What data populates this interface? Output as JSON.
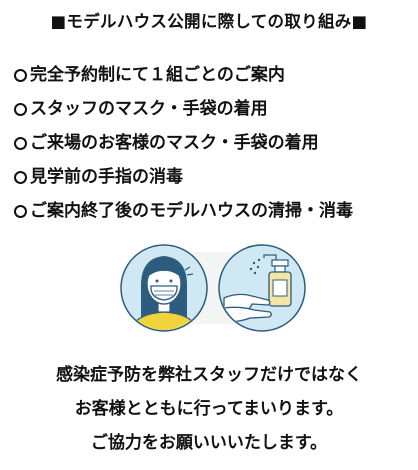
{
  "heading": "■モデルハウス公開に際しての取り組み■",
  "measures": [
    "完全予約制にて１組ごとのご案内",
    "スタッフのマスク・手袋の着用",
    "ご来場のお客様のマスク・手袋の着用",
    "見学前の手指の消毒",
    "ご案内終了後のモデルハウスの清掃・消毒"
  ],
  "illustrations": {
    "left": "person-wearing-mask-icon",
    "right": "hand-sanitizer-icon"
  },
  "colors": {
    "circle_bg": "#cfe8f4",
    "shirt": "#f2d33a",
    "hair": "#2c5d7e",
    "skin": "#ffffff",
    "bottle": "#f6e5a4",
    "outline": "#2c5d7e",
    "backdrop": "#f3f5f5"
  },
  "closing": [
    "感染症予防を弊社スタッフだけではなく",
    "お客様とともに行ってまいります。",
    "ご協力をお願いいいたします。"
  ]
}
